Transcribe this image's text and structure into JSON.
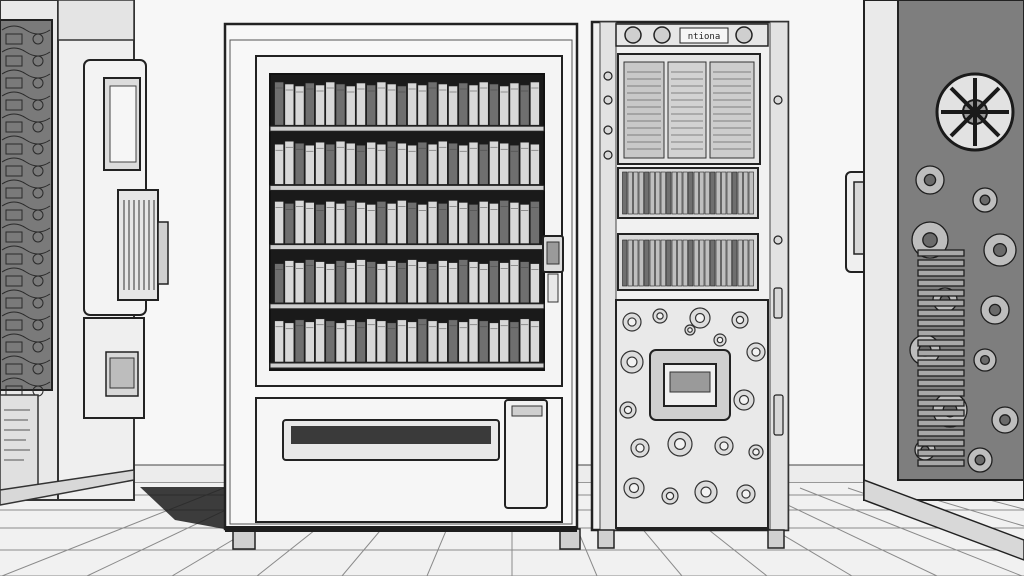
{
  "scene": {
    "description_free": true,
    "palette": {
      "background": "#f4f4f4",
      "wall": "#f7f7f7",
      "line": "#2b2b2b",
      "midtone": "#9a9a9a",
      "shadow": "#1e1e1e",
      "glass_dark": "#1a1a1a",
      "book_light": "#d8d8d8",
      "book_dark": "#6f6f6f"
    },
    "signs": {
      "right_machine_header": "ntiona"
    },
    "shelves": {
      "count": 5,
      "books_per_row": 26
    },
    "right_machine_book_rows": {
      "count": 2,
      "books_per_row": 24
    }
  }
}
